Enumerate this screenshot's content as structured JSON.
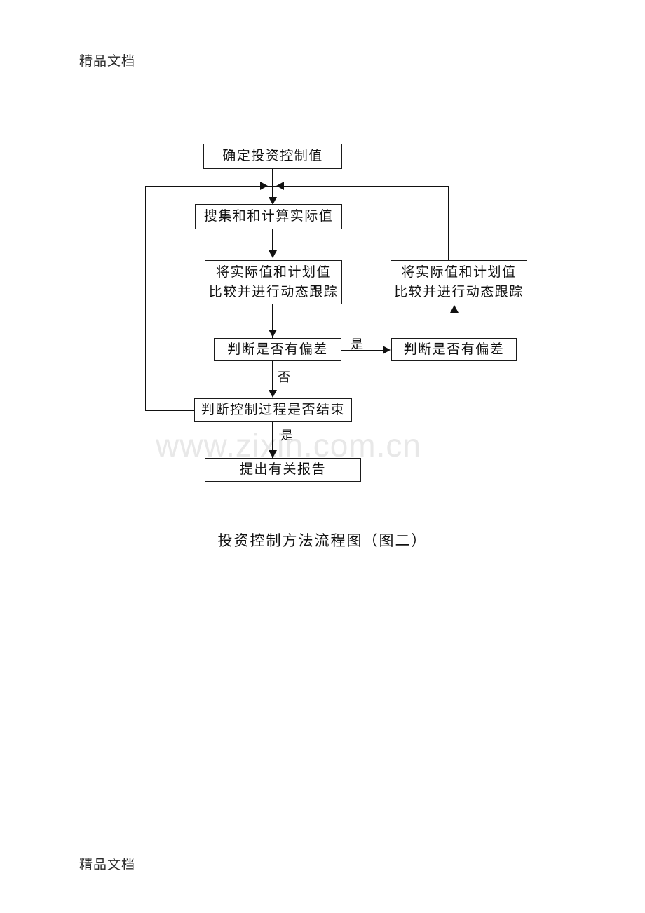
{
  "document": {
    "header": "精品文档",
    "footer": "精品文档",
    "watermark": "www.zixin.com.cn",
    "caption": "投资控制方法流程图（图二）"
  },
  "colors": {
    "stroke": "#111111",
    "text": "#111111",
    "background": "#ffffff",
    "watermark": "#e8e8e8"
  },
  "chart_data": {
    "type": "flowchart",
    "title": "投资控制方法流程图（图二）",
    "nodes": [
      {
        "id": "n1",
        "label": "确定投资控制值",
        "lines": [
          "确定投资控制值"
        ],
        "shape": "rect"
      },
      {
        "id": "n2",
        "label": "搜集和和计算实际值",
        "lines": [
          "搜集和和计算实际值"
        ],
        "shape": "rect"
      },
      {
        "id": "n3",
        "label": "将实际值和计划值比较并进行动态跟踪",
        "lines": [
          "将实际值和计划值",
          "比较并进行动态跟踪"
        ],
        "shape": "rect"
      },
      {
        "id": "n4",
        "label": "判断是否有偏差",
        "lines": [
          "判断是否有偏差"
        ],
        "shape": "rect"
      },
      {
        "id": "n5",
        "label": "判断控制过程是否结束",
        "lines": [
          "判断控制过程是否结束"
        ],
        "shape": "rect"
      },
      {
        "id": "n6",
        "label": "提出有关报告",
        "lines": [
          "提出有关报告"
        ],
        "shape": "rect"
      },
      {
        "id": "n7",
        "label": "将实际值和计划值比较并进行动态跟踪",
        "lines": [
          "将实际值和计划值",
          "比较并进行动态跟踪"
        ],
        "shape": "rect"
      },
      {
        "id": "n8",
        "label": "判断是否有偏差",
        "lines": [
          "判断是否有偏差"
        ],
        "shape": "rect"
      }
    ],
    "edges": [
      {
        "from": "n1",
        "to": "n2",
        "label": ""
      },
      {
        "from": "n2",
        "to": "n3",
        "label": ""
      },
      {
        "from": "n3",
        "to": "n4",
        "label": ""
      },
      {
        "from": "n4",
        "to": "n8",
        "label": "是"
      },
      {
        "from": "n4",
        "to": "n5",
        "label": "否"
      },
      {
        "from": "n5",
        "to": "n6",
        "label": "是"
      },
      {
        "from": "n5",
        "to": "n2",
        "label": ""
      },
      {
        "from": "n8",
        "to": "n7",
        "label": ""
      },
      {
        "from": "n7",
        "to": "n2",
        "label": ""
      }
    ],
    "edge_labels": {
      "yes_branch": "是",
      "no_branch": "否",
      "end_yes": "是"
    }
  }
}
